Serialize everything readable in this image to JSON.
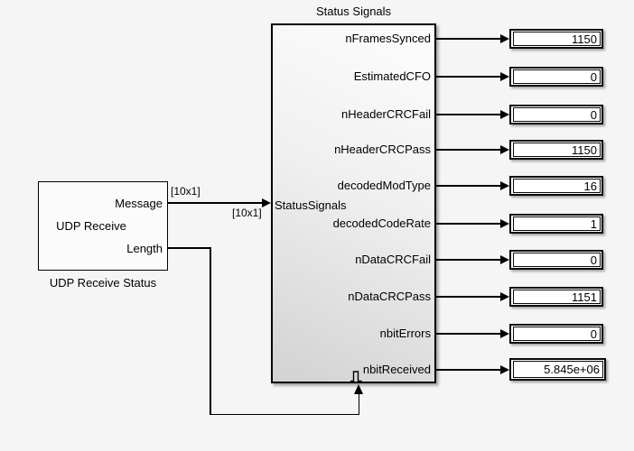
{
  "status_subsystem": {
    "title": "Status Signals",
    "input_port": "StatusSignals"
  },
  "udp_block": {
    "title": "UDP Receive",
    "caption": "UDP Receive Status",
    "ports": [
      "Message",
      "Length"
    ]
  },
  "signal_labels": [
    "[10x1]",
    "[10x1]"
  ],
  "outputs": [
    {
      "label": "nFramesSynced",
      "value": "1150"
    },
    {
      "label": "EstimatedCFO",
      "value": "0"
    },
    {
      "label": "nHeaderCRCFail",
      "value": "0"
    },
    {
      "label": "nHeaderCRCPass",
      "value": "1150"
    },
    {
      "label": "decodedModType",
      "value": "16"
    },
    {
      "label": "decodedCodeRate",
      "value": "1"
    },
    {
      "label": "nDataCRCFail",
      "value": "0"
    },
    {
      "label": "nDataCRCPass",
      "value": "1151"
    },
    {
      "label": "nbitErrors",
      "value": "0"
    },
    {
      "label": "nbitReceived",
      "value": "5.845e+06"
    }
  ],
  "colors": {
    "canvas_bg": "#f5f5f5",
    "line": "#000000",
    "block_fill_top": "#fdfdfd",
    "block_fill_bottom": "#d2d2d2",
    "display_fill": "#ffffff"
  }
}
